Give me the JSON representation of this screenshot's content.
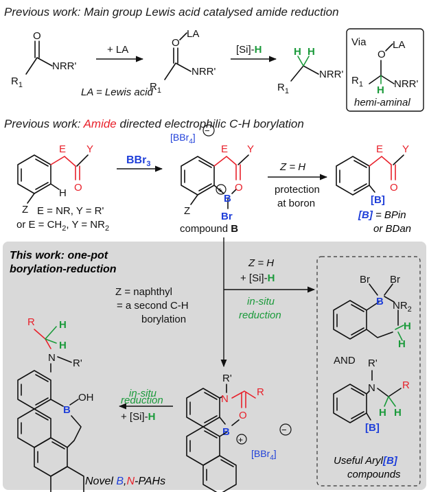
{
  "colors": {
    "red": "#e8202a",
    "green": "#1a9a3a",
    "blue": "#1f3fd9",
    "panel": "#d9d9d9",
    "text": "#111111"
  },
  "headers": {
    "prev1": "Previous work: Main group Lewis acid catalysed amide reduction",
    "prev2_pre": "Previous work: ",
    "prev2_amide": "Amide",
    "prev2_post": " directed electrophilic C-H borylation"
  },
  "row1": {
    "r1": "R",
    "r1_sub": "1",
    "nrr": "NRR'",
    "o": "O",
    "la": "LA",
    "plus_la": "+ LA",
    "la_def": "LA = Lewis acid",
    "si_bracket": "[Si]-",
    "h": "H",
    "via": "Via",
    "hemi": "hemi-aminal"
  },
  "row2": {
    "e": "E",
    "y": "Y",
    "o": "O",
    "h": "H",
    "z": "Z",
    "cond1": "E = NR, Y = R'",
    "cond2_a": "or E = CH",
    "cond2_sub": "2",
    "cond2_b": ", Y = NR",
    "cond2_sub2": "2",
    "bbr": "BBr",
    "bbr_sub": "3",
    "anion_a": "[BBr",
    "anion_sub": "4",
    "anion_b": "]",
    "minus": "−",
    "plus": "+",
    "b": "B",
    "br": "Br",
    "compound": "compound ",
    "compound_b": "B",
    "z_eq_h": "Z = H",
    "protection1": "protection",
    "protection2": "at boron",
    "bbox": "[B]",
    "bdef_a": " = BPin",
    "bdef_b": "or BDan"
  },
  "panel": {
    "title1": "This work: one-pot",
    "title2": "borylation-reduction",
    "z_h": "Z = H",
    "si_plus": "+ [Si]-",
    "h": "H",
    "insitu1": "in-situ",
    "insitu2": "reduction",
    "znaph1": "Z = naphthyl",
    "znaph2": "= a second C-H",
    "znaph3": "borylation",
    "and": "AND",
    "useful_a": "Useful Aryl",
    "useful_b": "[B]",
    "useful_c": "compounds",
    "novel_a": "Novel ",
    "novel_b": "B",
    "novel_c": ",",
    "novel_d": "N",
    "novel_e": "-PAHs",
    "r": "R",
    "rp": "R'",
    "n": "N",
    "nr2": "NR",
    "nr2_sub": "2",
    "br": "Br",
    "b": "B",
    "oh": "OH",
    "o": "O",
    "anion_a": "[BBr",
    "anion_sub": "4",
    "anion_b": "]",
    "minus": "−",
    "plus": "+"
  }
}
